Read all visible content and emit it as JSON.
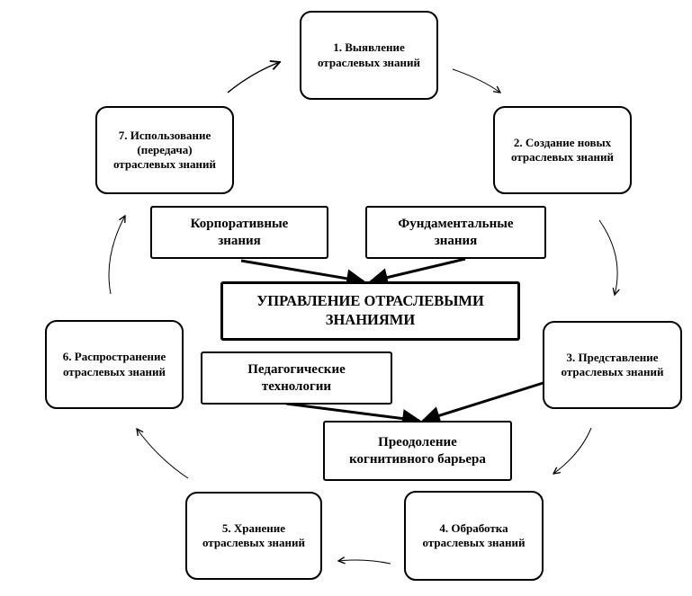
{
  "cycle": [
    {
      "id": "c1",
      "label": "1. Выявление\nотраслевых знаний"
    },
    {
      "id": "c2",
      "label": "2. Создание новых\nотраслевых знаний"
    },
    {
      "id": "c3",
      "label": "3. Представление\nотраслевых знаний"
    },
    {
      "id": "c4",
      "label": "4. Обработка\nотраслевых знаний"
    },
    {
      "id": "c5",
      "label": "5. Хранение\nотраслевых знаний"
    },
    {
      "id": "c6",
      "label": "6. Распространение\nотраслевых знаний"
    },
    {
      "id": "c7",
      "label": "7. Использование\n(передача)\nотраслевых знаний"
    }
  ],
  "inputs": {
    "corporate": "Корпоративные\nзнания",
    "fundamental": "Фундаментальные\nзнания",
    "pedagogical": "Педагогические\nтехнологии"
  },
  "center": {
    "management": "УПРАВЛЕНИЕ ОТРАСЛЕВЫМИ\nЗНАНИЯМИ",
    "barrier": "Преодоление\nкогнитивного барьера"
  }
}
